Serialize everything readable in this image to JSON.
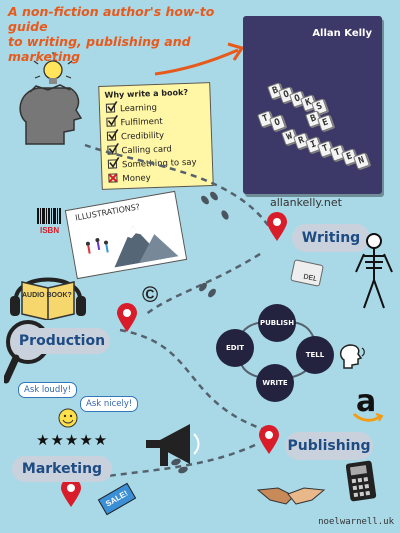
{
  "headline": [
    "A non-fiction author's how-to guide",
    "to writing, publishing and marketing"
  ],
  "book": {
    "author": "Allan Kelly",
    "title_tiles": [
      "B",
      "O",
      "O",
      "K",
      "S",
      "T",
      "O",
      "B",
      "E",
      "W",
      "R",
      "I",
      "T",
      "T",
      "E",
      "N"
    ],
    "website": "allankelly.net"
  },
  "note": {
    "title": "Why write a book?",
    "items": [
      {
        "label": "Learning",
        "state": "tick"
      },
      {
        "label": "Fulfilment",
        "state": "tick"
      },
      {
        "label": "Credibility",
        "state": "tick"
      },
      {
        "label": "Calling card",
        "state": "tick"
      },
      {
        "label": "Something to say",
        "state": "tick"
      },
      {
        "label": "Money",
        "state": "cross"
      }
    ]
  },
  "isbn_label": "ISBN",
  "illustrations_label": "ILLUSTRATIONS?",
  "audio_book_label": "AUDIO BOOK?",
  "copyright_symbol": "©",
  "stages": {
    "writing": "Writing",
    "production": "Production",
    "publishing": "Publishing",
    "marketing": "Marketing"
  },
  "cycle": [
    "PUBLISH",
    "EDIT",
    "TELL",
    "WRITE"
  ],
  "key_label": "DEL",
  "bubbles": [
    "Ask loudly!",
    "Ask nicely!"
  ],
  "stars": "★★★★★",
  "sale_label": "SALE!",
  "amazon_logo": "a",
  "credit": "noelwarnell.uk",
  "colors": {
    "background": "#a9d9e6",
    "accent": "#e8591c",
    "book": "#3c3868",
    "pin": "#d91c2a",
    "pill_text": "#1d4b83"
  }
}
